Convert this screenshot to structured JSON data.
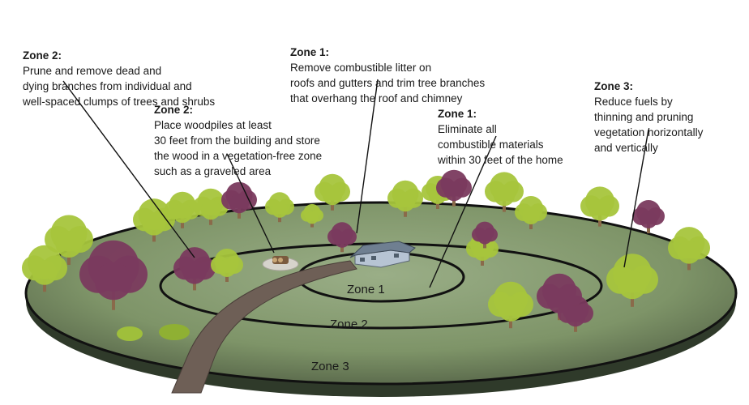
{
  "annotations": [
    {
      "id": "a1",
      "zone": "Zone 2:",
      "text": "Prune and remove dead and\ndying branches from individual and\nwell-spaced clumps of trees and shrubs"
    },
    {
      "id": "a2",
      "zone": "Zone 2:",
      "text": "Place woodpiles at least\n30 feet from the building and store\nthe wood in a vegetation-free zone\nsuch as a graveled area"
    },
    {
      "id": "a3",
      "zone": "Zone 1:",
      "text": "Remove combustible litter on\nroofs and gutters and trim tree branches\nthat overhang the roof and chimney"
    },
    {
      "id": "a4",
      "zone": "Zone 1:",
      "text": "Eliminate all\ncombustible materials\nwithin 30 feet of the home"
    },
    {
      "id": "a5",
      "zone": "Zone 3:",
      "text": "Reduce fuels by\nthinning  and pruning\nvegetation horizontally\nand vertically"
    }
  ],
  "zone_labels": {
    "zone1": "Zone 1",
    "zone2": "Zone 2",
    "zone3": "Zone 3"
  },
  "colors": {
    "ground_dark": "#3f4a35",
    "ground_light": "#8da27a",
    "path": "#6e5f56",
    "tree_green": "#a6c53c",
    "tree_purple": "#7a3a5e",
    "trunk": "#8a6a4a",
    "house_wall": "#a9b7c7",
    "house_roof": "#6f7f91"
  }
}
